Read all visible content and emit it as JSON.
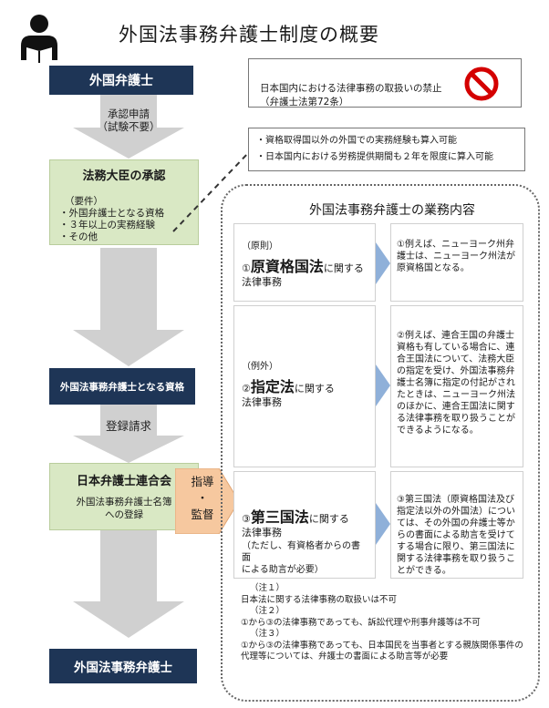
{
  "title": "外国法事務弁護士制度の概要",
  "icons": {
    "person": "person-reading-icon",
    "prohibited": "prohibited-icon"
  },
  "colors": {
    "navy": "#1e3556",
    "green": "#d9e8c4",
    "gray_arrow": "#d0d0d0",
    "orange": "#f6c89f",
    "panel_arrow": "#8fb0d9"
  },
  "flow": {
    "step1": "外国弁護士",
    "step1_note": "日本国内における法律事務の取扱いの禁止\n（弁護士法第72条）",
    "arrow1_label": "承認申請\n（試験不要）",
    "approval_title": "法務大臣の承認",
    "requirements_heading": "（要件）",
    "requirements": [
      "・外国弁護士となる資格",
      "・３年以上の実務経験",
      "・その他"
    ],
    "experience_note": [
      "・資格取得国以外の外国での実務経験も算入可能",
      "・日本国内における労務提供期間も２年を限度に算入可能"
    ],
    "step2": "外国法事務弁護士となる資格",
    "arrow2_label": "登録請求",
    "federation_title": "日本弁護士連合会",
    "federation_sub": "外国法事務弁護士名簿\nへの登録",
    "guidance_label": "指導\n・\n監督",
    "step3": "外国法事務弁護士"
  },
  "panel": {
    "title": "外国法事務弁護士の業務内容",
    "rows": [
      {
        "prefix": "（原則）",
        "num": "①",
        "name": "原資格国法",
        "suffix": "に関する",
        "line2": "法律事務",
        "extra": "",
        "example": "①例えば、ニューヨーク州弁護士は、ニューヨーク州法が原資格国となる。"
      },
      {
        "prefix": "（例外）",
        "num": "②",
        "name": "指定法",
        "suffix": "に関する",
        "line2": "法律事務",
        "extra": "",
        "example": "②例えば、連合王国の弁護士資格も有している場合に、連合王国法について、法務大臣の指定を受け、外国法事務弁護士名簿に指定の付記がされたときは、ニューヨーク州法のほかに、連合王国法に関する法律事務を取り扱うことができるようになる。"
      },
      {
        "prefix": "",
        "num": "③",
        "name": "第三国法",
        "suffix": "に関する",
        "line2": "法律事務",
        "extra": "（ただし、有資格者からの書面\nによる助言が必要）",
        "example": "③第三国法（原資格国法及び指定法以外の外国法）については、その外国の弁護士等からの書面による助言を受けてする場合に限り、第三国法に関する法律事務を取り扱うことができる。"
      }
    ],
    "notes": [
      "（注１）",
      "日本法に関する法律事務の取扱いは不可",
      "（注２）",
      "①から③の法律事務であっても、訴訟代理や刑事弁護等は不可",
      "（注３）",
      "①から③の法律事務であっても、日本国民を当事者とする親族関係事件の代理等については、弁護士の書面による助言等が必要"
    ]
  }
}
